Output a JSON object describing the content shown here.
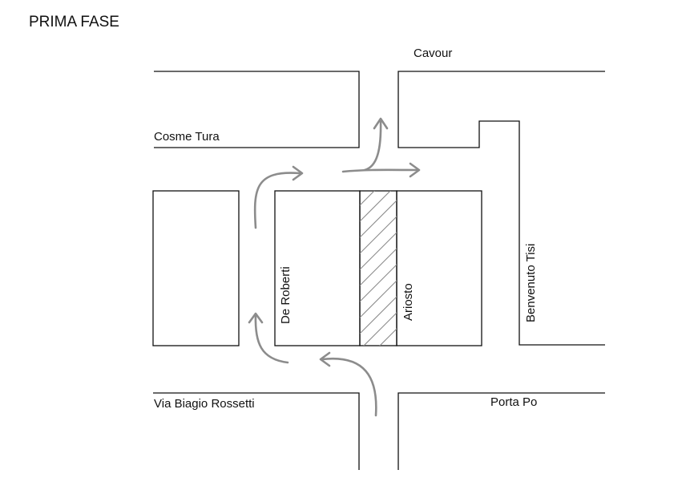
{
  "title": "PRIMA FASE",
  "streets": {
    "cavour": "Cavour",
    "cosme_tura": "Cosme Tura",
    "de_roberti": "De Roberti",
    "ariosto": "Ariosto",
    "benvenuto_tisi": "Benvenuto Tisi",
    "via_biagio_rossetti": "Via Biagio Rossetti",
    "porta_po": "Porta Po"
  },
  "colors": {
    "lines": "#111111",
    "arrows": "#8c8c8c",
    "hatch": "#8a8a8a"
  }
}
